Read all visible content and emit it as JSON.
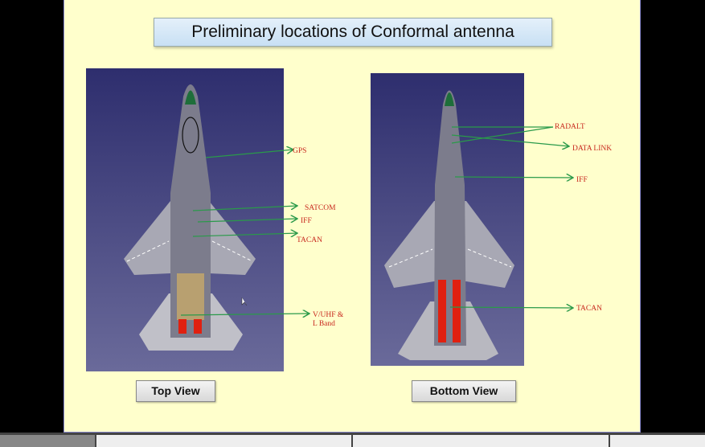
{
  "slide": {
    "title": "Preliminary locations of Conformal antenna",
    "top_view": {
      "caption": "Top View",
      "labels": [
        "GPS",
        "SATCOM",
        "IFF",
        "TACAN",
        "V/UHF &",
        "L Band"
      ]
    },
    "bottom_view": {
      "caption": "Bottom View",
      "labels": [
        "RADALT",
        "DATA LINK",
        "IFF",
        "TACAN"
      ]
    }
  },
  "colors": {
    "slide_bg": "#ffffcc",
    "arrow": "#2a9a4a",
    "label": "#c8281e",
    "image_bg": "#3c3c7a"
  }
}
